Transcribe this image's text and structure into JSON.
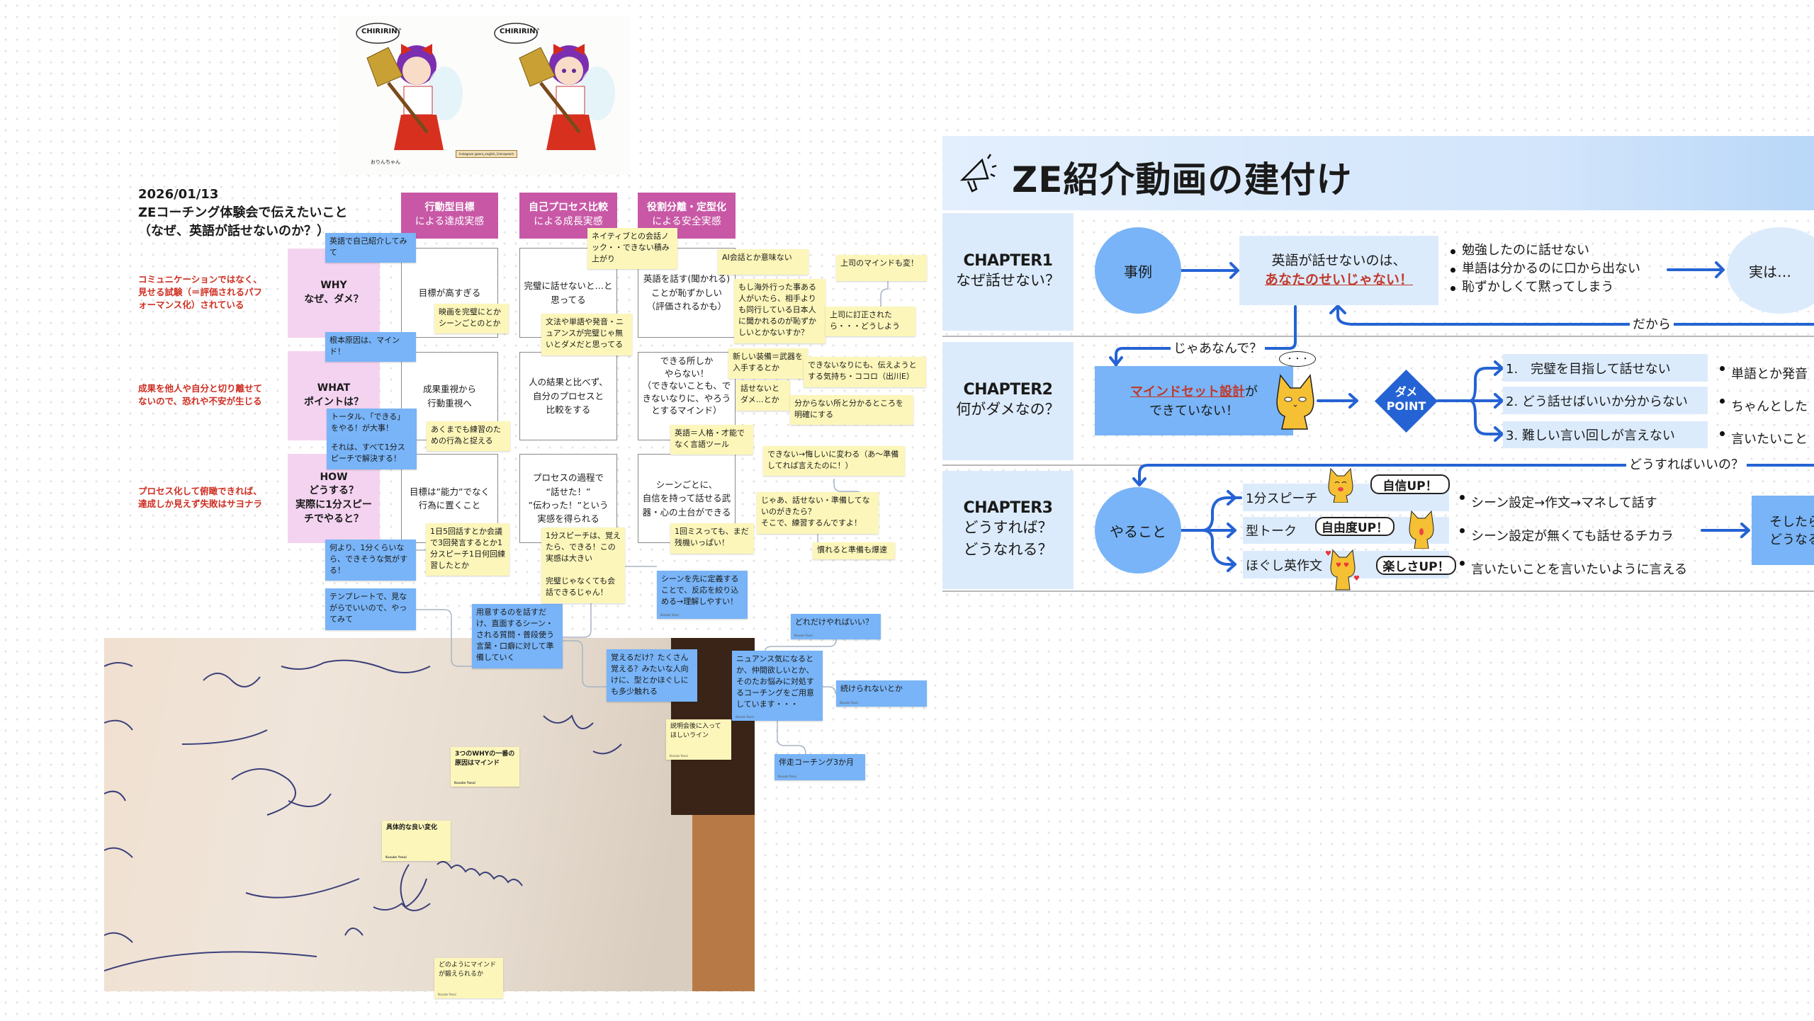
{
  "board": {
    "date": "2026/01/13",
    "title": "ZEコーチング体験会で伝えたいこと\n（なぜ、英語が話せないのか？）",
    "columns": [
      {
        "line1": "行動型目標",
        "line2": "による達成実感"
      },
      {
        "line1": "自己プロセス比較",
        "line2": "による成長実感"
      },
      {
        "line1": "役割分離・定型化",
        "line2": "による安全実感"
      }
    ],
    "rows": [
      {
        "label": "WHY\nなぜ、ダメ？",
        "red_note": "コミュニケーションではなく、\n見せる試験（＝評価されるパフ\nォーマンス化）されている"
      },
      {
        "label": "WHAT\nポイントは？",
        "red_note": "成果を他人や自分と切り離せて\nないので、恐れや不安が生じる"
      },
      {
        "label": "HOW\nどうする？\n実際に1分スピー\nチでやると？",
        "red_note": "プロセス化して俯瞰できれば、\n達成しか見えず失敗はサヨナラ"
      }
    ],
    "cells": [
      [
        "目標が高すぎる",
        "完璧に話せないと…と\n思ってる",
        "英語を話す(聞かれる)\nことが恥ずかしい\n（評価されるかも）"
      ],
      [
        "成果重視から\n行動重視へ",
        "人の結果と比べず、\n自分のプロセスと\n比較をする",
        "できる所しか\nやらない！\n（できないことも、で\nきないなりに、やろう\nとするマインド）"
      ],
      [
        "目標は”能力”でなく\n行為に置くこと",
        "プロセスの過程で\n“話せた！”\n”伝わった！”という\n実感を得られる",
        "シーンごとに、\n自信を持って話せる武\n器・心の土台ができる"
      ]
    ],
    "note_author": "Kosuke Yanai",
    "blue_notes": [
      "英語で自己紹介してみて",
      "根本原因は、マインド！",
      "トータル、「できる」をやる！が大事！",
      "それは、すべて1分スピーチで解決する！",
      "何より、1分くらいなら、できそうな気がする！",
      "テンプレートで、見ながらでいいので、やってみて",
      "用意するのを話すだけ、直面するシーン・される質問・普段使う言葉・口癖に対して準備していく",
      "シーンを先に定義することで、反応を絞り込める→理解しやすい！",
      "覚えるだけ？たくさん覚える？みたいな人向けに、型とかほぐしにも多少触れる",
      "どれだけやればいい？",
      "ニュアンス気になるとか、仲間欲しいとか、そのたお悩みに対処するコーチングをご用意しています・・・",
      "続けられないとか",
      "伴走コーチング3か月"
    ],
    "yellow_notes": [
      "映画を完璧にとかシーンごとのとか",
      "あくまでも練習のための行為と捉える",
      "1日5回話すとか会議で3回発言するとか1分スピーチ1日何回練習したとか",
      "ネイティブとの会話ノック・・できない積み上がり",
      "文法や単語や発音・ニュアンスが完璧じゃ無いとダメだと思ってる",
      "1分スピーチは、覚えたら、できる！この実感は大きい\n\n完璧じゃなくても会話できるじゃん！",
      "英語＝人格・才能でなく言語ツール",
      "1回ミスっても、まだ残機いっぱい！",
      "AI会話とか意味ない",
      "もし海外行った事ある人がいたら、相手よりも同行している日本人に聞かれるのが恥ずかしいとかないすか？",
      "上司のマインドも変！",
      "上司に訂正されたら・・・どうしよう",
      "新しい装備＝武器を入手するとか",
      "できないなりにも、伝えようとする気持ち・ココロ（出川E）",
      "話せないとダメ…とか",
      "分からない所と分かるところを明確にする",
      "できない→悔しいに変わる（あ〜準備してれば言えたのに！）",
      "じゃあ、話せない・準備してないのがきたら？\nそこで、練習するんですよ！",
      "慣れると準備も爆速"
    ],
    "photo_notes": [
      "3つのWHYの一番の原因はマインド",
      "具体的な良い変化",
      "どのようにマインドが鍛えられるか",
      "説明会後に入ってほしいライン"
    ],
    "illustration": {
      "speech": "CHIRIRIN♪",
      "caption": "おりんちゃん",
      "scroll": "Instagram @zera_english_1minspeech"
    }
  },
  "panel": {
    "title": "ZE紹介動画の建付け",
    "chapters": [
      {
        "label": "CHAPTER1",
        "question": "なぜ話せない？"
      },
      {
        "label": "CHAPTER2",
        "question": "何がダメなの？"
      },
      {
        "label": "CHAPTER3",
        "question": "どうすれば？\nどうなれる？"
      }
    ],
    "ch1": {
      "circle": "事例",
      "box_line1": "英語が話せないのは、",
      "box_line2": "あなたのせいじゃない！",
      "bullets": [
        "勉強したのに話せない",
        "単語は分かるのに口から出ない",
        "恥ずかしくて黙ってしまう"
      ],
      "result": "実は…",
      "connector": "だから"
    },
    "ch2": {
      "connector": "じゃあなんで？",
      "box_highlight": "マインドセット設計",
      "box_suffix": "が",
      "box_line2": "できていない！",
      "bubble": "・・・",
      "diamond_line1": "ダメ",
      "diamond_line2": "POINT",
      "items": [
        "1.　完璧を目指して話せない",
        "2.  どう話せばいいか分からない",
        "3.  難しい言い回しが言えない"
      ],
      "bullets": [
        "単語とか発音",
        "ちゃんとした",
        "言いたいこと"
      ],
      "next_connector": "どうすればいいの？"
    },
    "ch3": {
      "circle": "やること",
      "items": [
        "1分スピーチ",
        "型トーク",
        "ほぐし英作文"
      ],
      "badges": [
        "自信UP！",
        "自由度UP！",
        "楽しさUP！"
      ],
      "bullets": [
        "シーン設定→作文→マネして話す",
        "シーン設定が無くても話せるチカラ",
        "言いたいことを言いたいように言える"
      ],
      "result": "そしたら\nどうなる"
    },
    "colors": {
      "accent": "#2563d4",
      "light": "#dcebfc",
      "mid": "#78b4f7",
      "red": "#c0392b",
      "pink": "#c858a6"
    }
  }
}
